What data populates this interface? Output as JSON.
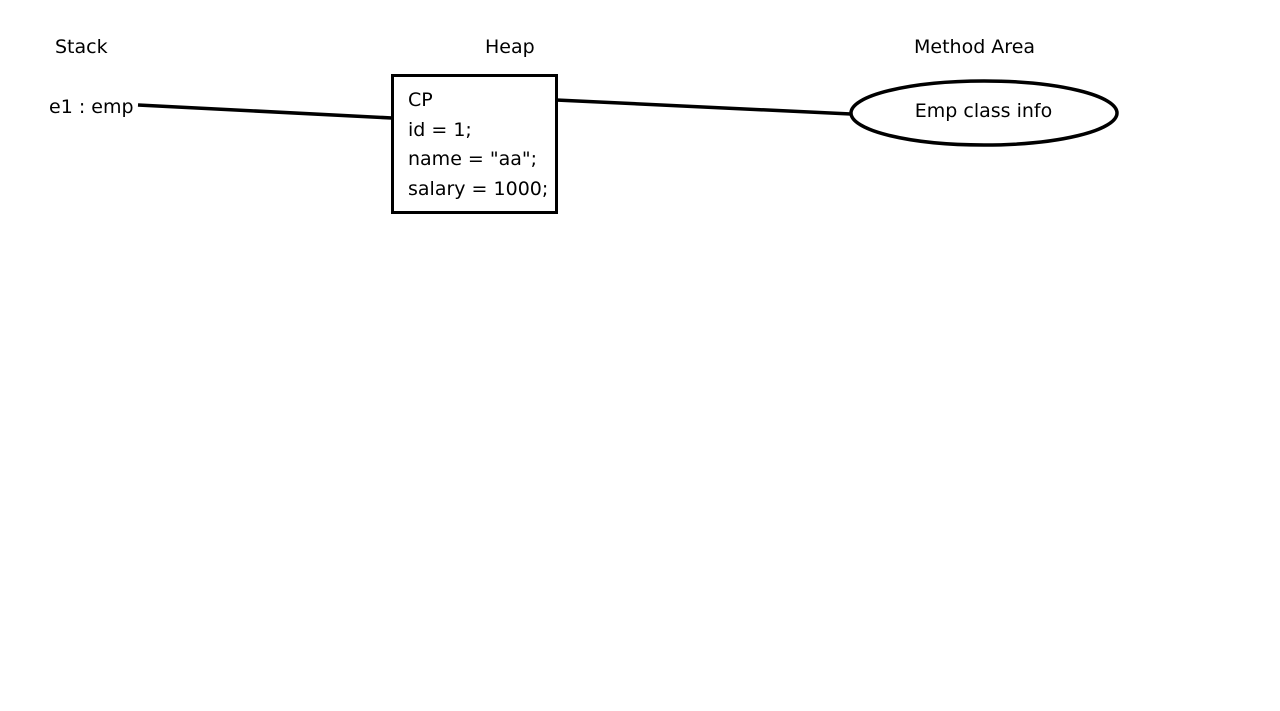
{
  "headers": {
    "stack": "Stack",
    "heap": "Heap",
    "method_area": "Method Area"
  },
  "stack": {
    "variable": "e1 : emp"
  },
  "heap_object": {
    "lines": [
      "CP",
      "id = 1;",
      "name = \"aa\";",
      "salary = 1000;"
    ]
  },
  "method_area": {
    "class_info": "Emp class info"
  },
  "colors": {
    "stroke": "#000000",
    "background": "#ffffff"
  }
}
